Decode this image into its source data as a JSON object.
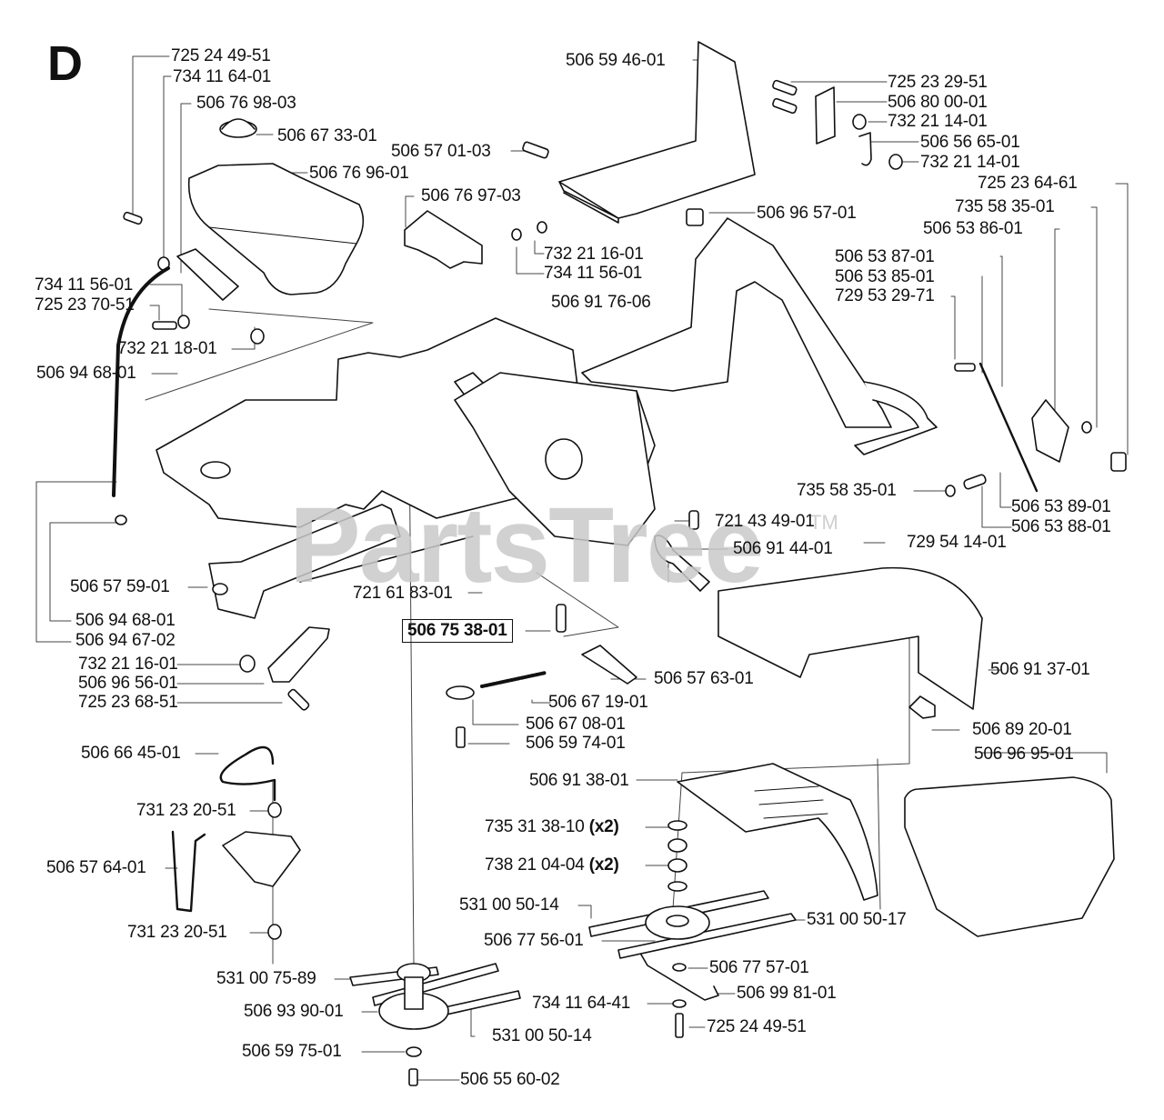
{
  "section": "D",
  "watermark": {
    "text": "PartsTree",
    "trademark": "TM"
  },
  "labels": {
    "l01": "725 24 49-51",
    "l02": "734 11 64-01",
    "l03": "506 76 98-03",
    "l04": "506 67 33-01",
    "l05": "506 76 96-01",
    "l06": "506 59 46-01",
    "l07": "506 57 01-03",
    "l08": "506 76 97-03",
    "l09": "732 21 16-01",
    "l10": "734 11 56-01",
    "l11": "506 91 76-06",
    "l12": "506 96 57-01",
    "l13": "725 23 29-51",
    "l14": "506 80 00-01",
    "l15": "732 21 14-01",
    "l16": "506 56 65-01",
    "l17": "732 21 14-01",
    "l18": "725 23 64-61",
    "l19": "735 58 35-01",
    "l20": "506 53 86-01",
    "l21": "506 53 87-01",
    "l22": "506 53 85-01",
    "l23": "729 53 29-71",
    "l24": "734 11 56-01",
    "l25": "725 23 70-51",
    "l26": "732 21 18-01",
    "l27": "506 94 68-01",
    "l28": "735 58 35-01",
    "l29": "506 53 89-01",
    "l30": "506 53 88-01",
    "l31": "721 43 49-01",
    "l32": "506 91 44-01",
    "l33": "729 54 14-01",
    "l34": "506 57 59-01",
    "l35": "721 61 83-01",
    "l36": "506 94 68-01",
    "l37": "506 94 67-02",
    "l38": "506 75 38-01",
    "l39": "732 21 16-01",
    "l40": "506 96 56-01",
    "l41": "725 23 68-51",
    "l42": "506 57 63-01",
    "l43": "506 67 19-01",
    "l44": "506 91 37-01",
    "l45": "506 67 08-01",
    "l46": "506 59 74-01",
    "l47": "506 66 45-01",
    "l48": "506 89 20-01",
    "l49": "506 96 95-01",
    "l50": "506 91 38-01",
    "l51": "731 23 20-51",
    "l52": "735 31 38-10",
    "l53": "738 21 04-04",
    "l54": "506 57 64-01",
    "l55": "531 00 50-14",
    "l56": "531 00 50-17",
    "l57": "506 77 56-01",
    "l58": "731 23 20-51",
    "l59": "506 77 57-01",
    "l60": "531 00 75-89",
    "l61": "506 99 81-01",
    "l62": "734 11 64-41",
    "l63": "506 93 90-01",
    "l64": "725 24 49-51",
    "l65": "531 00 50-14",
    "l66": "506 59 75-01",
    "l67": "506 55 60-02"
  },
  "qty": {
    "l52": "(x2)",
    "l53": "(x2)"
  }
}
